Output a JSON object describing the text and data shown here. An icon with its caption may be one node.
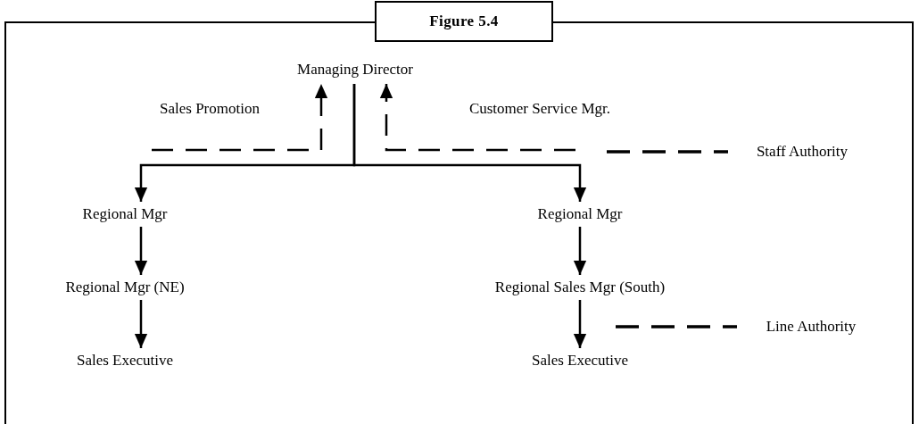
{
  "diagram": {
    "title": "Figure 5.4",
    "nodes": [
      {
        "text": [
          "Managing Director"
        ]
      },
      {
        "text": [
          "Sales Promotion"
        ]
      },
      {
        "text": [
          "Customer Service Mgr."
        ]
      },
      {
        "text": [
          "Regional Mgr"
        ]
      },
      {
        "text": [
          "Regional Mgr"
        ]
      },
      {
        "text": [
          "Regional Mgr (NE)"
        ]
      },
      {
        "text": [
          "Regional Sales Mgr (South)"
        ]
      },
      {
        "text": [
          "Sales Executive"
        ]
      },
      {
        "text": [
          "Sales Executive"
        ]
      }
    ],
    "edges": [
      {
        "from": 1,
        "to": 0,
        "arrow": "to",
        "style": "dashed"
      },
      {
        "from": 2,
        "to": 0,
        "arrow": "to",
        "style": "dashed"
      },
      {
        "from": 0,
        "to": 3,
        "arrow": "to"
      },
      {
        "from": 0,
        "to": 4,
        "arrow": "to"
      },
      {
        "from": 3,
        "to": 5,
        "arrow": "to"
      },
      {
        "from": 4,
        "to": 6,
        "arrow": "to"
      },
      {
        "from": 5,
        "to": 7,
        "arrow": "to"
      },
      {
        "from": 6,
        "to": 8,
        "arrow": "to"
      }
    ],
    "legend": [
      {
        "text": "Staff Authority"
      },
      {
        "text": "Line Authority"
      }
    ]
  }
}
